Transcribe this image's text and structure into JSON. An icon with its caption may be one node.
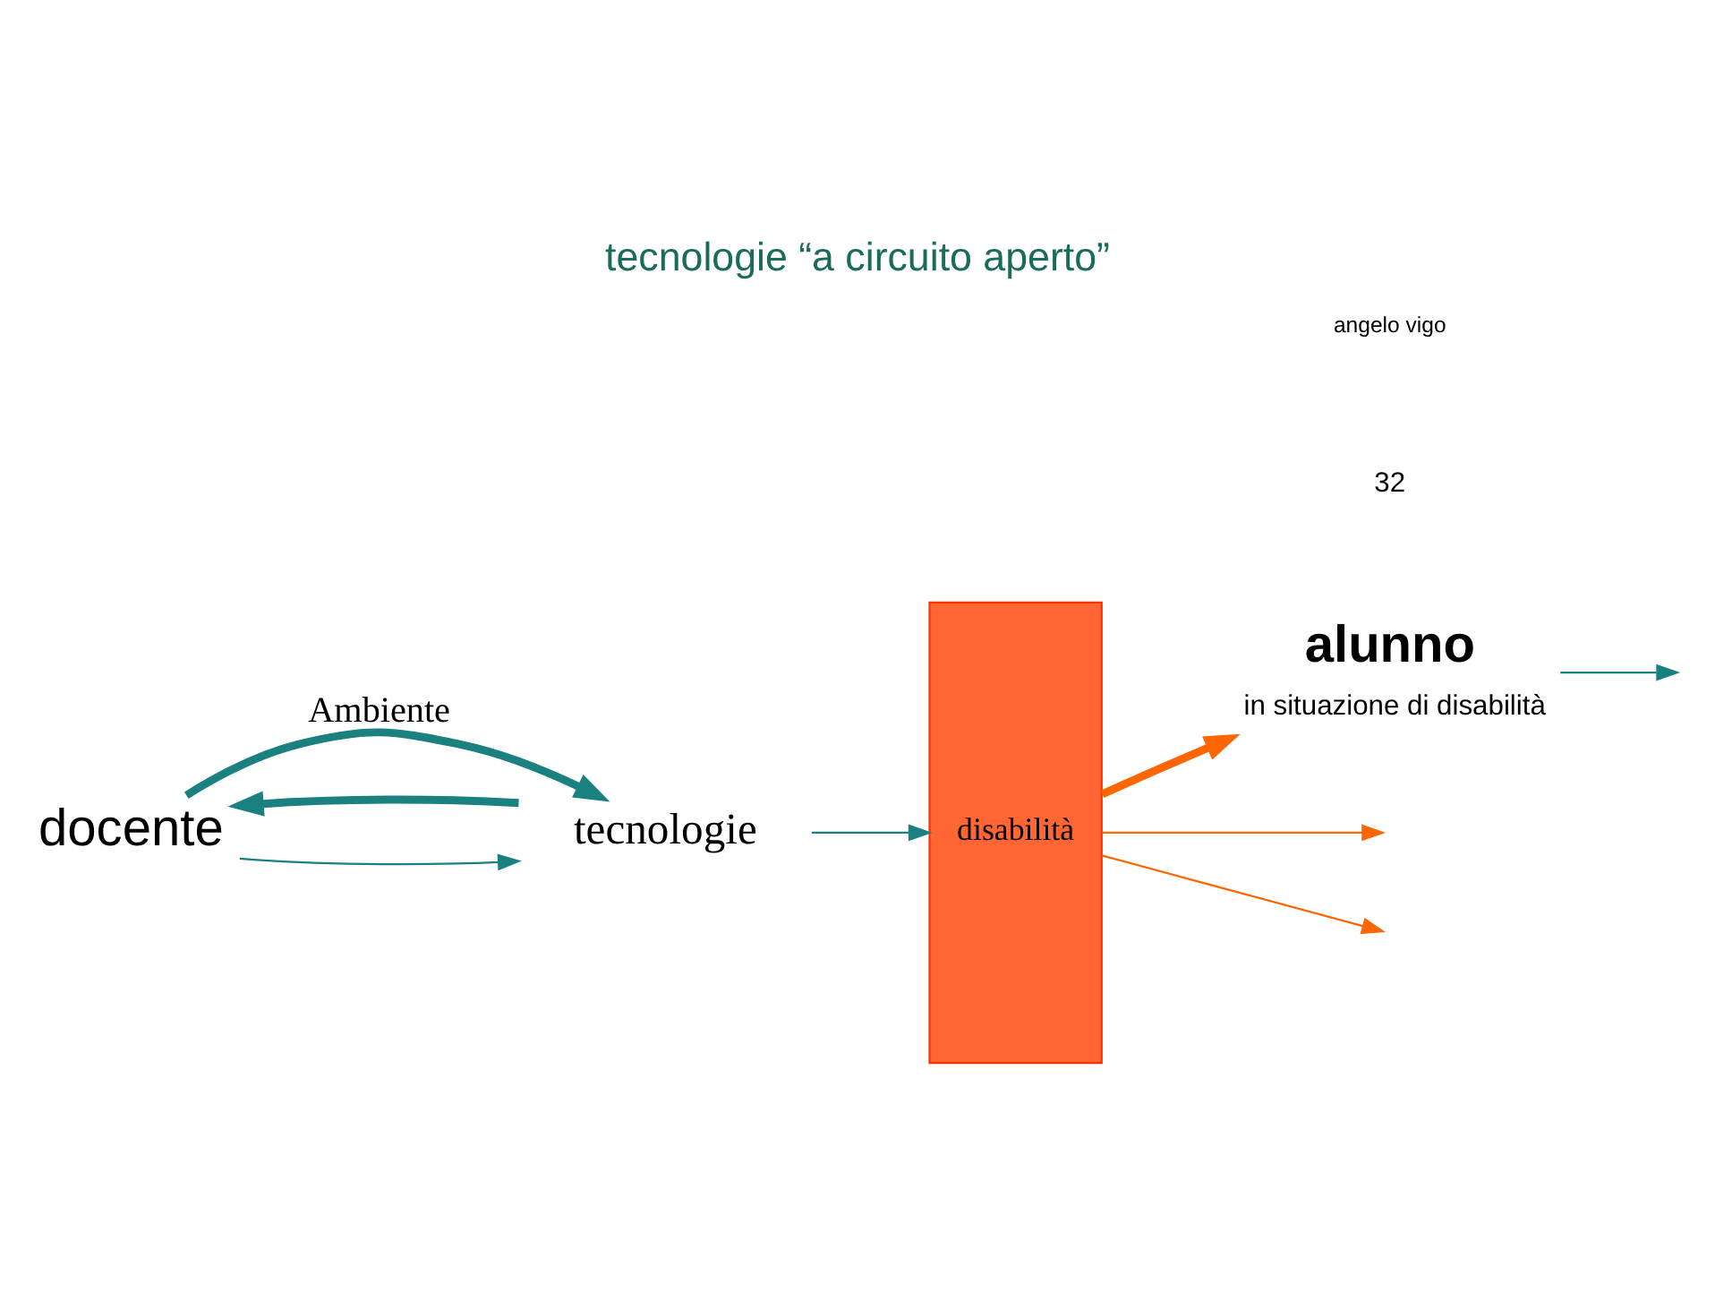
{
  "diagram": {
    "title": "tecnologie “a circuito aperto”",
    "nodes": [
      {
        "text": [
          "docente"
        ]
      },
      {
        "text": [
          "tecnologie"
        ]
      },
      {
        "text": [
          "disabilità"
        ]
      },
      {
        "text": [
          "alunno"
        ],
        "beside": [
          "in situazione di disabilità"
        ]
      }
    ],
    "edges": [
      {
        "from": 1,
        "to": 0,
        "arrow": "to",
        "style": "thick"
      },
      {
        "from": 0,
        "to": 1,
        "arrow": "to",
        "label": "Ambiente",
        "style": "thick"
      },
      {
        "from": 0,
        "to": 1,
        "arrow": "to"
      },
      {
        "from": 1,
        "to": 2,
        "arrow": "to"
      },
      {
        "from": 2,
        "to": null,
        "arrow": "to",
        "color": "#ff6600"
      },
      {
        "from": 2,
        "to": 3,
        "arrow": "to",
        "color": "#ff6600",
        "style": "thick"
      },
      {
        "from": 2,
        "to": null,
        "arrow": "to",
        "color": "#ff6600"
      },
      {
        "from": 3,
        "to": null,
        "arrow": "to"
      }
    ],
    "labels": [
      "32",
      "angelo vigo"
    ]
  }
}
